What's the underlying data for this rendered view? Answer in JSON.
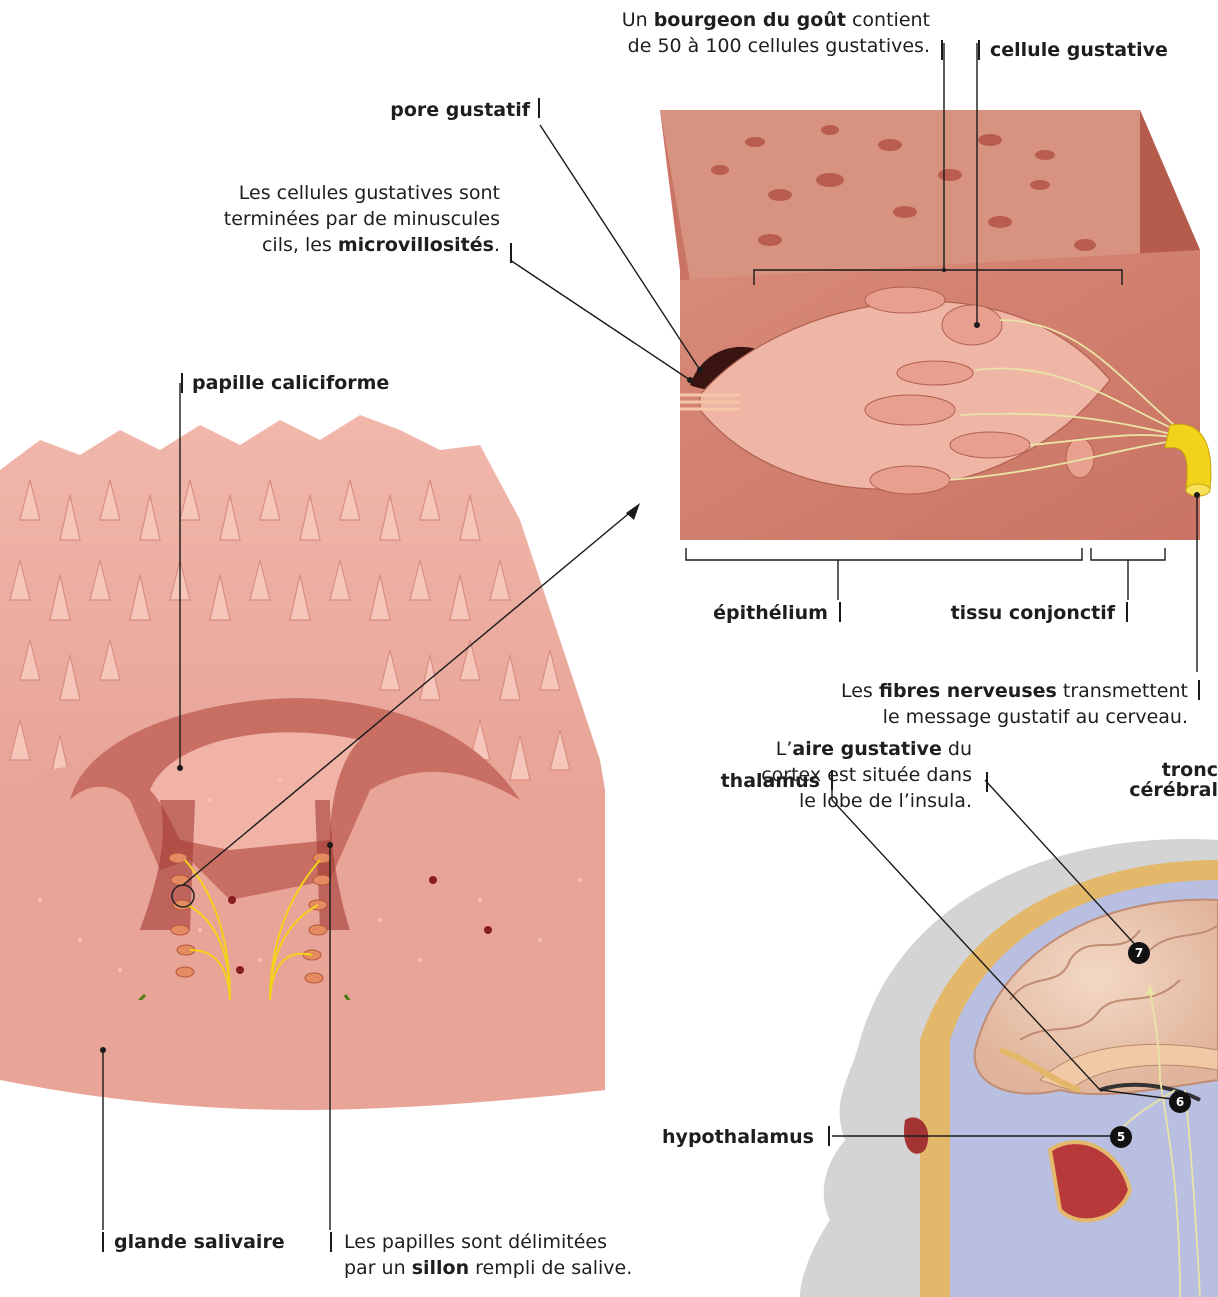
{
  "labels": {
    "bourgeon": {
      "pre": "Un ",
      "bold": "bourgeon du goût",
      "post": " contient",
      "line2": "de 50 à 100 cellules gustatives."
    },
    "cellule": {
      "bold": "cellule gustative"
    },
    "pore": {
      "bold": "pore gustatif"
    },
    "microvillosites": {
      "line1": "Les cellules gustatives sont",
      "line2": "terminées par de minuscules",
      "pre3": "cils, les ",
      "bold3": "microvillosités",
      "post3": "."
    },
    "papille": {
      "bold": "papille caliciforme"
    },
    "epithelium": {
      "bold": "épithélium"
    },
    "tissu": {
      "bold": "tissu conjonctif"
    },
    "fibres": {
      "pre": "Les ",
      "bold": "fibres nerveuses",
      "post": " transmettent",
      "line2": "le message gustatif au cerveau."
    },
    "aire": {
      "pre": "L’",
      "bold": "aire gustative",
      "post": " du",
      "line2": "cortex est située dans",
      "line3": "le lobe de l’insula."
    },
    "tronc": {
      "line1": "tronc",
      "line2": "cérébral"
    },
    "thalamus": {
      "bold": "thalamus"
    },
    "hypothalamus": {
      "bold": "hypothalamus"
    },
    "glande": {
      "bold": "glande salivaire"
    },
    "sillon": {
      "line1": "Les papilles sont délimitées",
      "pre2": "par un ",
      "bold2": "sillon",
      "post2": " rempli de salive."
    }
  },
  "markers": [
    "7",
    "6",
    "5"
  ],
  "colors": {
    "tissue": "#e8a496",
    "tissue_dark": "#c86e63",
    "nerve": "#f2d21b",
    "gland": "#7fae2a",
    "bone": "#e3b86a"
  }
}
